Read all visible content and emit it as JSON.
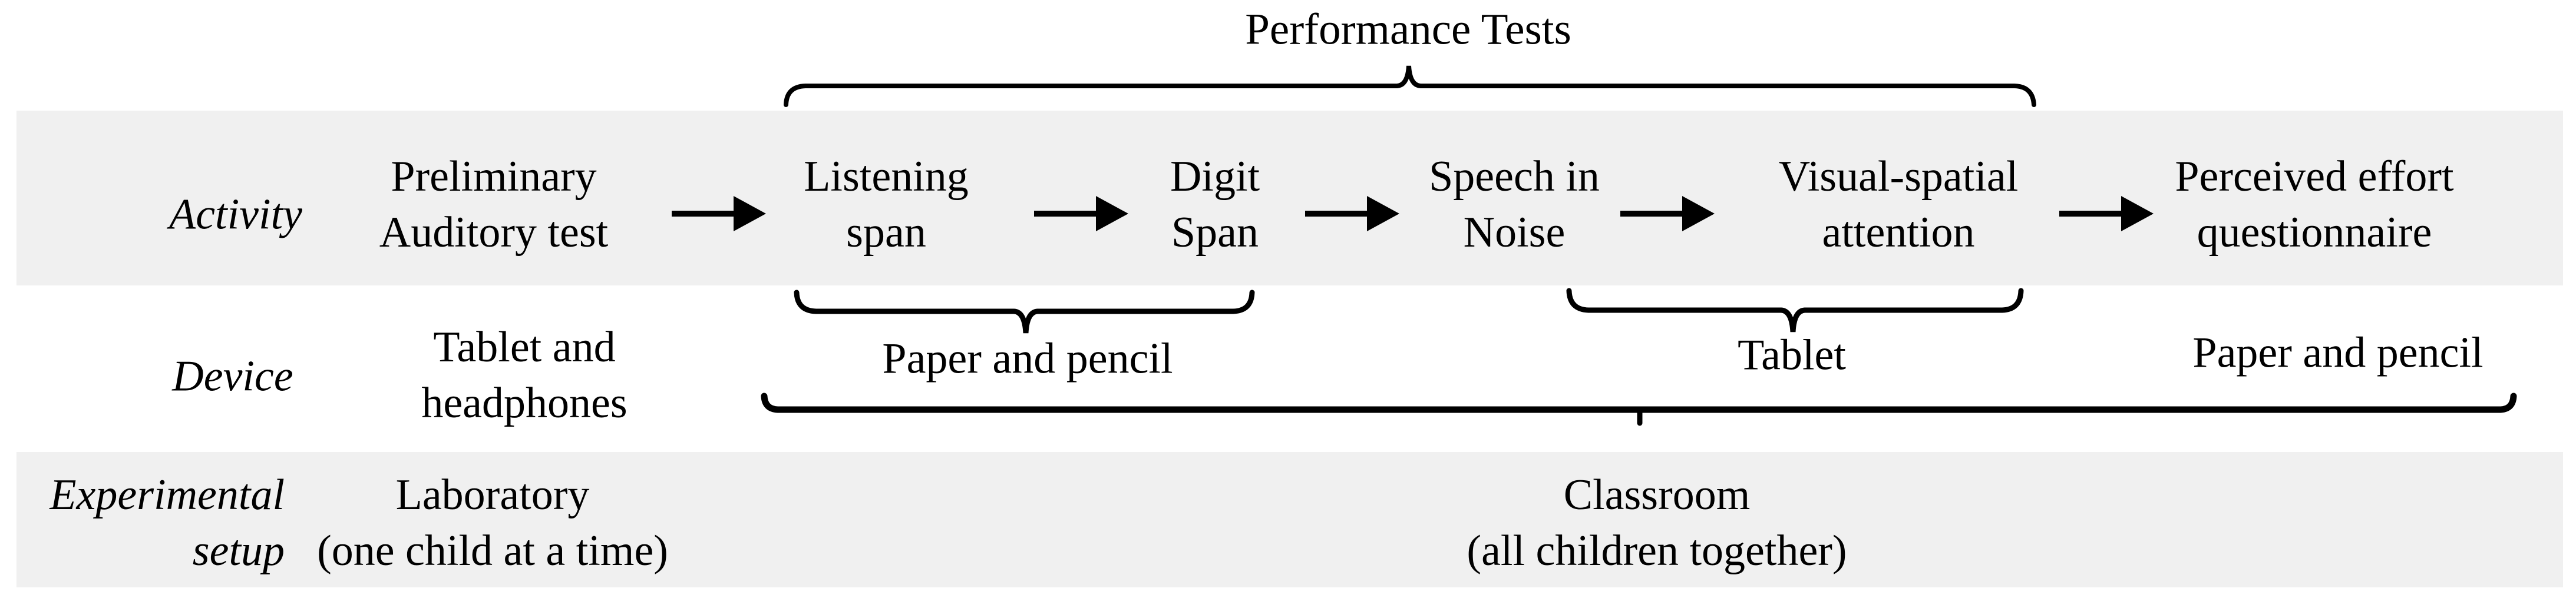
{
  "title": "Performance Tests",
  "colors": {
    "band": "#f0f0f0",
    "ink": "#000000"
  },
  "rows": {
    "activity": {
      "label": "Activity",
      "items": [
        {
          "lines": [
            "Preliminary",
            "Auditory test"
          ]
        },
        {
          "lines": [
            "Listening",
            "span"
          ]
        },
        {
          "lines": [
            "Digit",
            "Span"
          ]
        },
        {
          "lines": [
            "Speech in",
            "Noise"
          ]
        },
        {
          "lines": [
            "Visual-spatial",
            "attention"
          ]
        },
        {
          "lines": [
            "Perceived effort",
            "questionnaire"
          ]
        }
      ]
    },
    "device": {
      "label": "Device",
      "items": [
        {
          "lines": [
            "Tablet and",
            "headphones"
          ]
        },
        {
          "lines": [
            "Paper and pencil"
          ]
        },
        {
          "lines": [
            "Tablet"
          ]
        },
        {
          "lines": [
            "Paper and pencil"
          ]
        }
      ]
    },
    "setup": {
      "label_lines": [
        "Experimental",
        "setup"
      ],
      "items": [
        {
          "lines": [
            "Laboratory",
            "(one child at a time)"
          ]
        },
        {
          "lines": [
            "Classroom",
            "(all children together)"
          ]
        }
      ]
    }
  }
}
